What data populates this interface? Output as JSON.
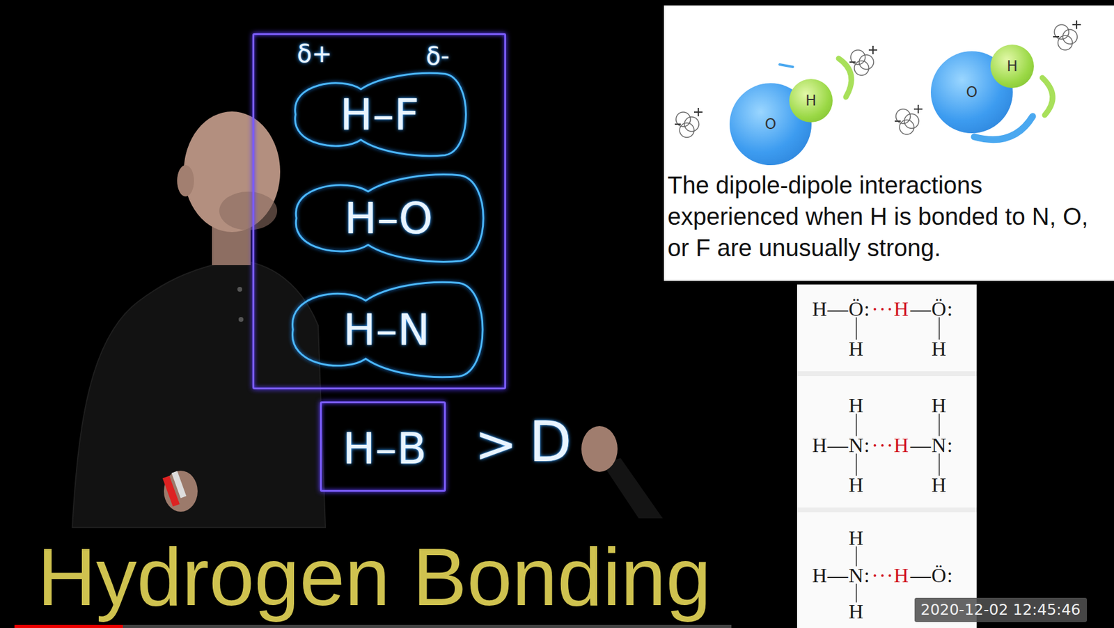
{
  "diagram": {
    "title": "Hydrogen Bonding",
    "nodes": [
      {
        "text": []
      },
      {
        "text": [
          "δ+",
          "δ-",
          "H–F"
        ],
        "in": 0
      },
      {
        "text": [
          "H–O"
        ],
        "in": 0
      },
      {
        "text": [
          "H–N"
        ],
        "in": 0
      },
      {
        "text": [
          "H–B"
        ]
      },
      {
        "text": [
          "The dipole-dipole interactions experienced when H is bonded to N, O, or F are unusually strong."
        ]
      },
      {
        "text": [
          "O"
        ],
        "in": 5
      },
      {
        "text": [
          "H"
        ],
        "in": 5
      },
      {
        "text": [
          "O"
        ],
        "in": 5
      },
      {
        "text": [
          "H"
        ],
        "in": 5
      }
    ],
    "labels": [
      ">",
      "D",
      "H—Ö:",
      "···H",
      "—Ö:",
      "H",
      "H",
      "H",
      "H",
      "H—N:",
      "···H",
      "—N:",
      "H",
      "H",
      "H",
      "H—N:",
      "···H",
      "—Ö:",
      "H",
      "2020-12-02 12:45:46"
    ]
  }
}
